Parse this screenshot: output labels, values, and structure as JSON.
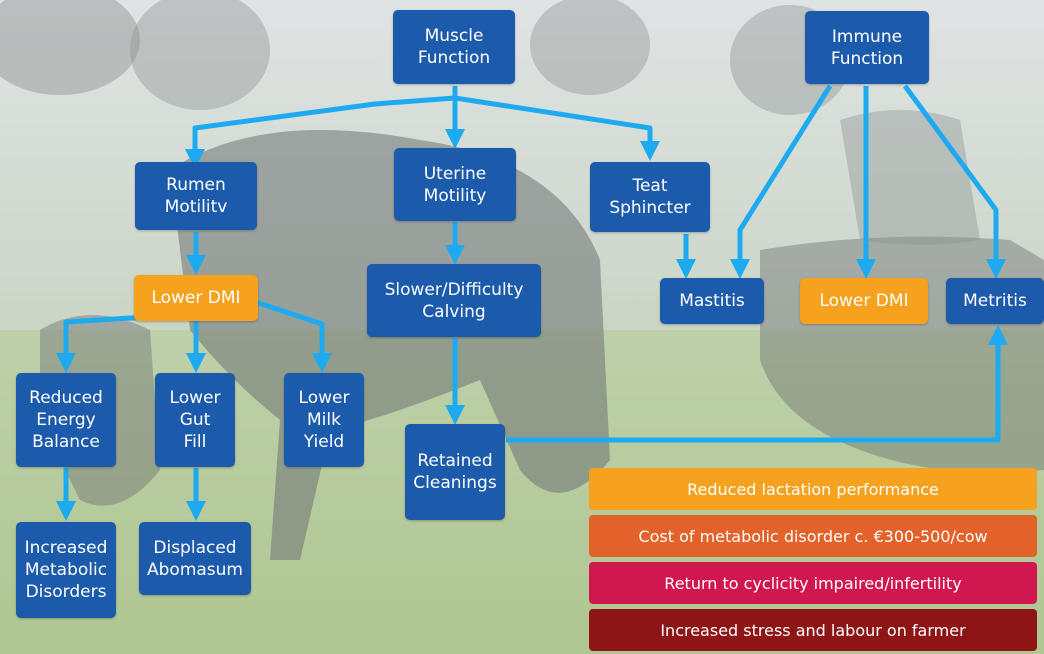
{
  "colors": {
    "node_blue": "#1c5aab",
    "node_orange": "#f6a21e",
    "connector": "#1eaaf0"
  },
  "nodes": {
    "muscle_function": "Muscle\nFunction",
    "immune_function": "Immune\nFunction",
    "rumen_motility": "Rumen\nMotilitv",
    "uterine_motility": "Uterine\nMotility",
    "teat_sphincter": "Teat\nSphincter",
    "lower_dmi_left": "Lower DMI",
    "slower_calving": "Slower/Difficulty\nCalving",
    "mastitis": "Mastitis",
    "lower_dmi_right": "Lower DMI",
    "metritis": "Metritis",
    "reduced_energy_balance": "Reduced\nEnergy\nBalance",
    "lower_gut_fill": "Lower\nGut\nFill",
    "lower_milk_yield": "Lower\nMilk\nYield",
    "retained_cleanings": "Retained\nCleanings",
    "increased_metabolic_disorders": "Increased\nMetabolic\nDisorders",
    "displaced_abomasum": "Displaced\nAbomasum"
  },
  "impacts": [
    {
      "label": "Reduced lactation performance",
      "color": "#f6a21e"
    },
    {
      "label": "Cost of metabolic disorder c. €300-500/cow",
      "color": "#e2622a"
    },
    {
      "label": "Return to cyclicity impaired/infertility",
      "color": "#d1174f"
    },
    {
      "label": "Increased stress and labour on farmer",
      "color": "#8e1515"
    }
  ]
}
